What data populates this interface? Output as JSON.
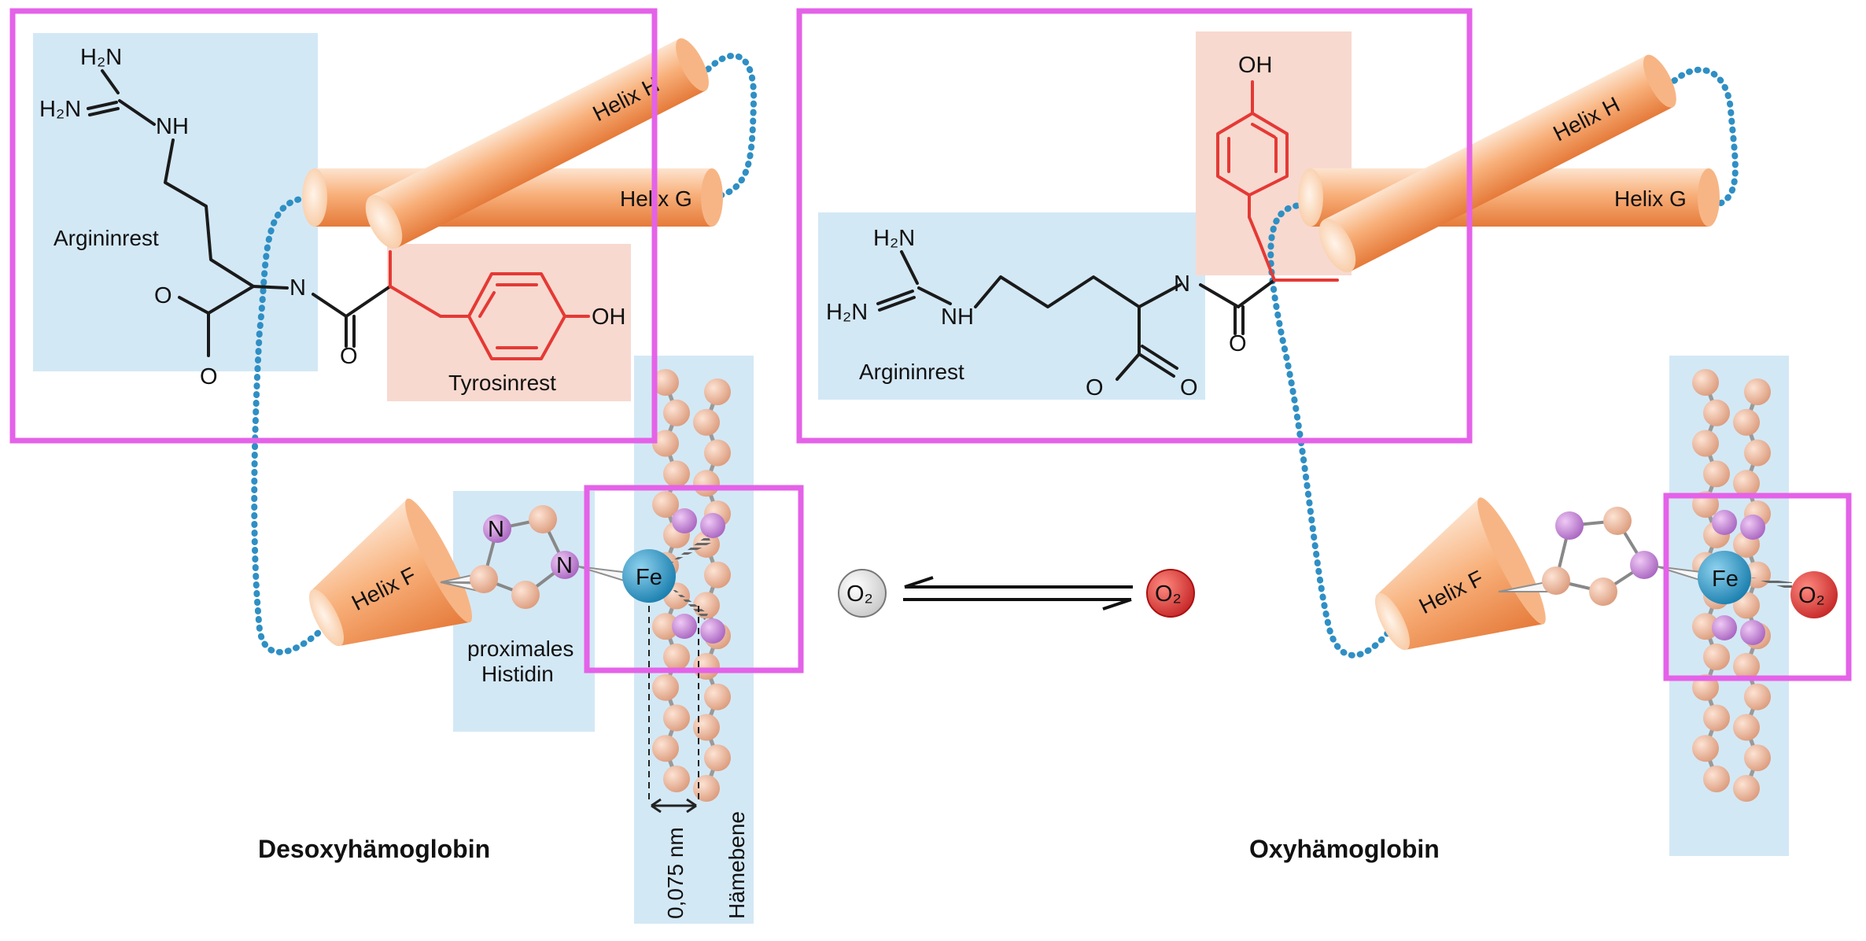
{
  "left": {
    "title": "Desoxyhämoglobin",
    "helix_h": "Helix H",
    "helix_g": "Helix G",
    "helix_f": "Helix F",
    "arginine_label": "Argininrest",
    "tyrosine_label": "Tyrosinrest",
    "histidine_label_1": "proximales",
    "histidine_label_2": "Histidin",
    "distance_label": "0,075 nm",
    "heme_plane_label": "Hämebene",
    "iron": "Fe",
    "nitrogen": "N",
    "chem": {
      "h2n": "H₂N",
      "nh": "NH",
      "n": "N",
      "o": "O",
      "oh": "OH"
    }
  },
  "right": {
    "title": "Oxyhämoglobin",
    "helix_h": "Helix H",
    "helix_g": "Helix G",
    "helix_f": "Helix F",
    "arginine_label": "Argininrest",
    "iron": "Fe",
    "oxygen": "O₂",
    "chem": {
      "h2n": "H₂N",
      "nh": "NH",
      "n": "N",
      "o": "O",
      "oh": "OH"
    }
  },
  "equilibrium": {
    "left_species": "O₂",
    "right_species": "O₂"
  },
  "colors": {
    "highlight_box": "#e462e8",
    "blue_panel": "#d3e8f5",
    "red_panel": "#f8d9cf",
    "helix": "#f6a46e",
    "linker": "#2f8fc4",
    "iron": "#2a96c6",
    "atom": "#f3bc9f",
    "nitrogen_atom": "#c98ad8",
    "oxygen_red": "#e53935",
    "tyrosine_bond": "#e53935"
  }
}
